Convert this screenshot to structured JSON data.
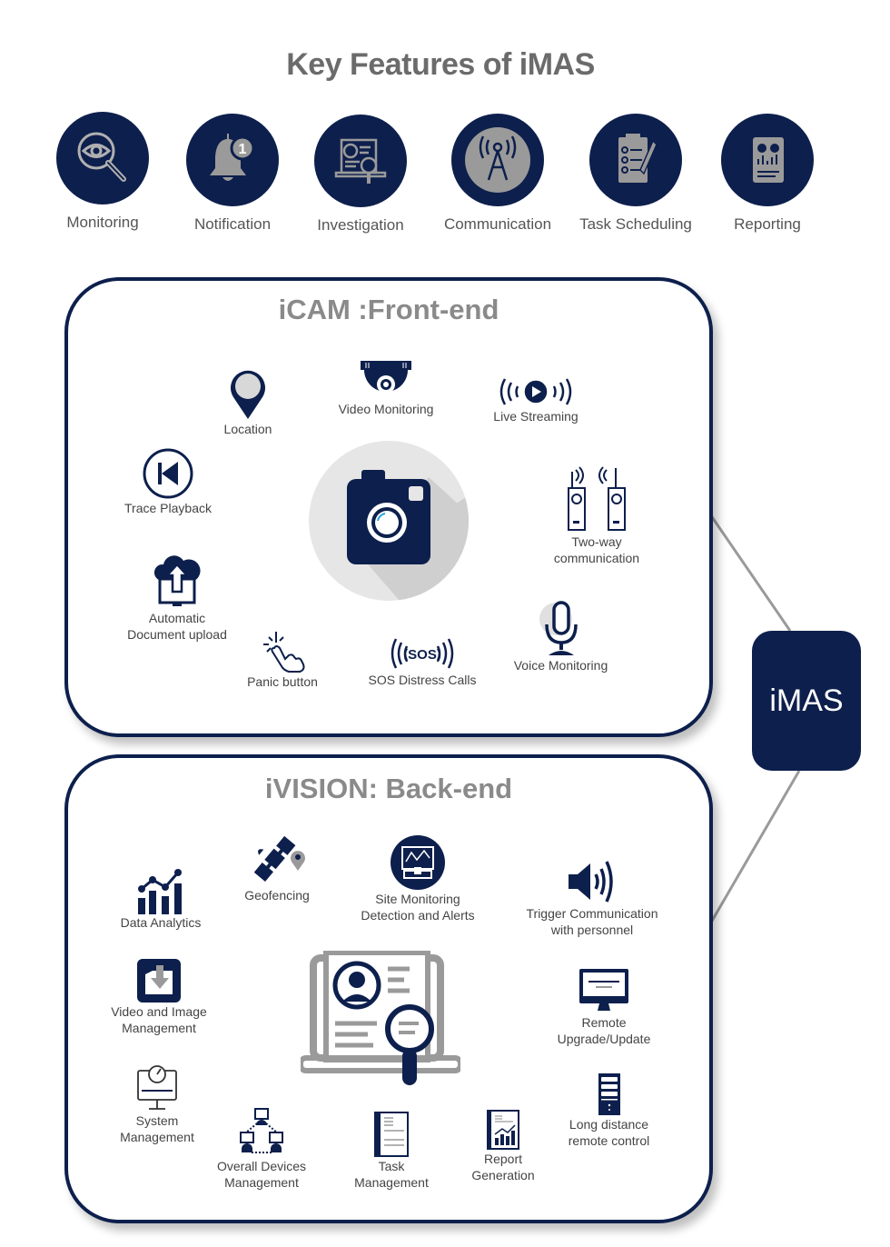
{
  "title": "Key Features of iMAS",
  "key_features": [
    {
      "label": "Monitoring",
      "icon": "eye-magnifier-icon"
    },
    {
      "label": "Notification",
      "icon": "bell-badge-icon",
      "badge": "1"
    },
    {
      "label": "Investigation",
      "icon": "document-search-icon"
    },
    {
      "label": "Communication",
      "icon": "radio-tower-icon"
    },
    {
      "label": "Task Scheduling",
      "icon": "clipboard-checklist-icon"
    },
    {
      "label": "Reporting",
      "icon": "report-chart-icon"
    }
  ],
  "frontend": {
    "title": "iCAM :Front-end",
    "center_icon": "camera-icon",
    "items": [
      {
        "label": "Location",
        "icon": "location-pin-icon"
      },
      {
        "label": "Video Monitoring",
        "icon": "dome-camera-icon"
      },
      {
        "label": "Live Streaming",
        "icon": "live-stream-icon"
      },
      {
        "label": "Trace Playback",
        "icon": "skip-back-icon"
      },
      {
        "label_lines": [
          "Two-way",
          "communication"
        ],
        "icon": "walkie-talkie-icon"
      },
      {
        "label_lines": [
          "Automatic",
          "Document upload"
        ],
        "icon": "cloud-upload-icon"
      },
      {
        "label": "Panic button",
        "icon": "tap-hand-icon"
      },
      {
        "label": "SOS Distress Calls",
        "icon": "sos-signal-icon"
      },
      {
        "label": "Voice Monitoring",
        "icon": "microphone-icon"
      }
    ]
  },
  "hub": {
    "label": "iMAS"
  },
  "backend": {
    "title": "iVISION: Back-end",
    "center_icon": "profile-investigation-icon",
    "items": [
      {
        "label": "Data Analytics",
        "icon": "bar-chart-trend-icon"
      },
      {
        "label": "Geofencing",
        "icon": "satellite-pin-icon"
      },
      {
        "label_lines": [
          "Site Monitoring",
          "Detection and Alerts"
        ],
        "icon": "site-monitor-icon"
      },
      {
        "label_lines": [
          "Trigger Communication",
          "with personnel"
        ],
        "icon": "speaker-icon"
      },
      {
        "label_lines": [
          "Video and Image",
          "Management"
        ],
        "icon": "folder-download-icon"
      },
      {
        "label_lines": [
          "Remote",
          "Upgrade/Update"
        ],
        "icon": "monitor-update-icon"
      },
      {
        "label_lines": [
          "System",
          "Management"
        ],
        "icon": "monitor-gauge-icon"
      },
      {
        "label_lines": [
          "Overall Devices",
          "Management"
        ],
        "icon": "network-devices-icon"
      },
      {
        "label_lines": [
          "Task",
          "Management"
        ],
        "icon": "notebook-icon"
      },
      {
        "label_lines": [
          "Report",
          "Generation"
        ],
        "icon": "report-document-icon"
      },
      {
        "label_lines": [
          "Long distance",
          "remote control"
        ],
        "icon": "server-tower-icon"
      }
    ]
  },
  "colors": {
    "navy": "#0d1f4c",
    "gray_icon": "#9a9a9a",
    "title_gray": "#6b6b6b",
    "panel_title_gray": "#8a8a8a"
  }
}
